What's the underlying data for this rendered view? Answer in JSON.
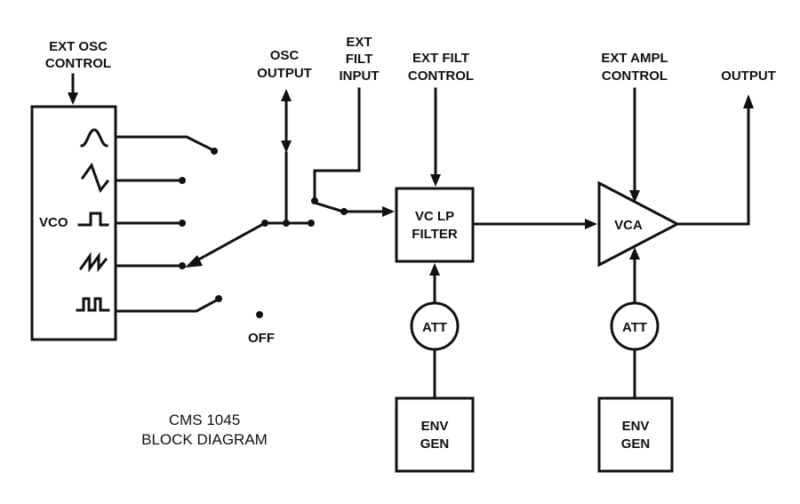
{
  "labels": {
    "ext_osc_control": [
      "EXT OSC",
      "CONTROL"
    ],
    "osc_output": [
      "OSC",
      "OUTPUT"
    ],
    "ext_filt_input": [
      "EXT",
      "FILT",
      "INPUT"
    ],
    "ext_filt_control": [
      "EXT FILT",
      "CONTROL"
    ],
    "ext_ampl_control": [
      "EXT AMPL",
      "CONTROL"
    ],
    "output": "OUTPUT",
    "off": "OFF",
    "vco": "VCO",
    "vc_lp_filter": [
      "VC LP",
      "FILTER"
    ],
    "vca": "VCA",
    "att_filter": "ATT",
    "att_amp": "ATT",
    "env_gen_filter": [
      "ENV",
      "GEN"
    ],
    "env_gen_amp": [
      "ENV",
      "GEN"
    ]
  },
  "caption": [
    "CMS 1045",
    "BLOCK DIAGRAM"
  ],
  "waveforms": [
    "sine",
    "triangle",
    "square",
    "sawtooth",
    "pulse"
  ],
  "colors": {
    "ink": "#111111",
    "background": "#ffffff"
  }
}
